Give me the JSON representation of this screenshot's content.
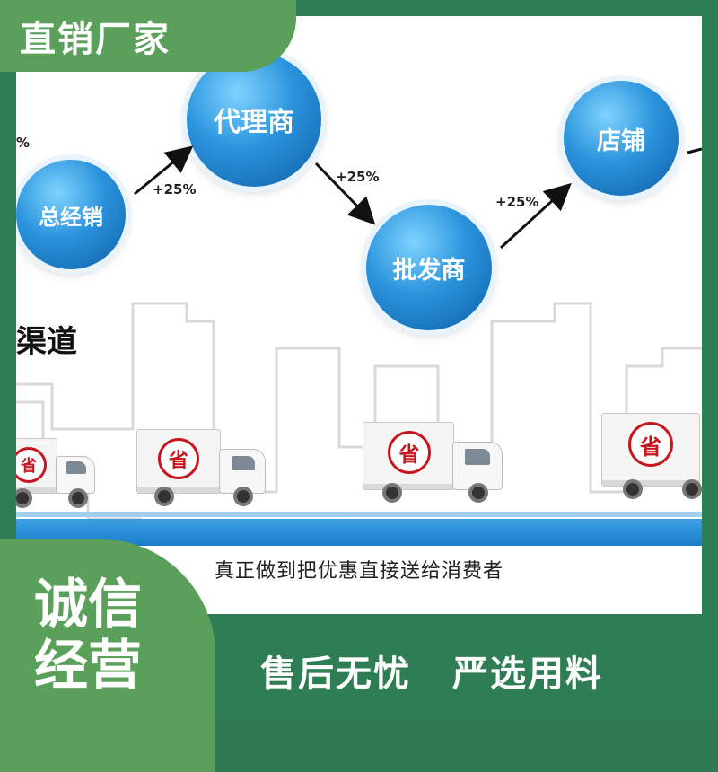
{
  "top_tag": "直销厂家",
  "channel_label": "渠道",
  "flow": {
    "nodes": [
      "总经销",
      "代理商",
      "批发商",
      "店铺"
    ],
    "markups": [
      "+25%",
      "+25%",
      "+25%"
    ],
    "edge_fragment": "%"
  },
  "truck_label": "省",
  "slogan": "真正做到把优惠直接送给消费者",
  "bottom_tag": [
    "诚信",
    "经营"
  ],
  "bottom_bar": [
    "售后无忧",
    "严选用料"
  ],
  "colors": {
    "frame": "#2f7d55",
    "tag": "#5aa05a",
    "bubble": "#2a93dc",
    "road": "#1b7dc9",
    "stamp": "#c7161e"
  }
}
